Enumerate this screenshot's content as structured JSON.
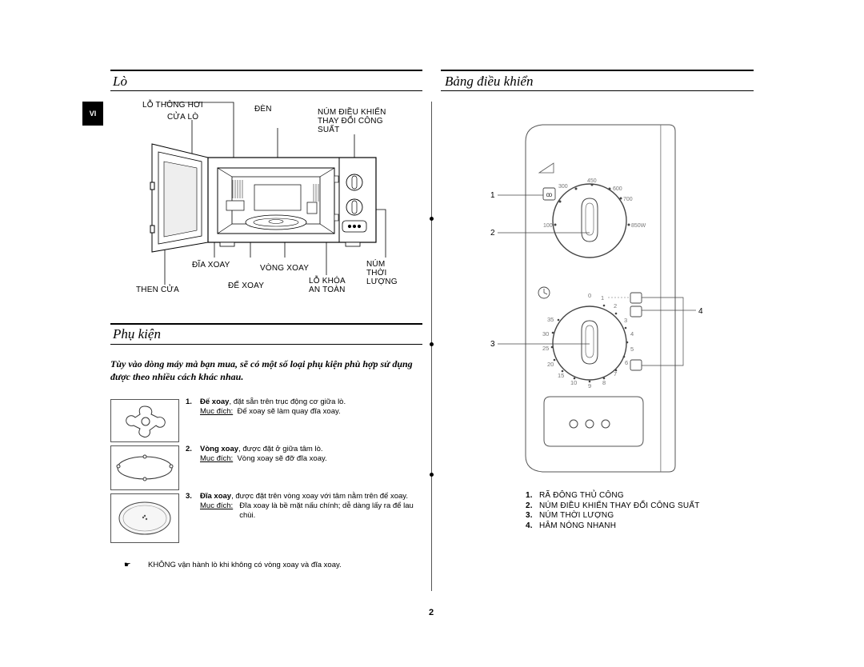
{
  "sections": {
    "oven_title": "Lò",
    "control_title": "Bảng điều khiển",
    "accessories_title": "Phụ kiện"
  },
  "language_tab": "VI",
  "oven_labels": {
    "vent": "LỖ THÔNG HƠI",
    "door": "CỬA LÒ",
    "light": "ĐÈN",
    "power_knob": "NÚM ĐIỀU KHIỂN THAY ĐỔI CÔNG SUẤT",
    "turntable": "ĐĨA XOAY",
    "roller_ring": "VÒNG XOAY",
    "timer_knob": "NÚM THỜI LƯỢNG",
    "door_latch": "THEN CỬA",
    "coupler": "ĐẾ XOAY",
    "safety_lock": "LỖ KHÓA AN TOÀN"
  },
  "accessories": {
    "intro": "Tùy vào dòng máy mà bạn mua, sẽ có một số loại phụ kiện phù hợp sử dụng được theo nhiều cách khác nhau.",
    "items": [
      {
        "num": "1.",
        "name": "Đế xoay",
        "desc": ", đặt sẵn trên trục động cơ giữa lò.",
        "purpose_label": "Mục đích:",
        "purpose": "Đế xoay sẽ làm quay đĩa xoay."
      },
      {
        "num": "2.",
        "name": "Vòng xoay",
        "desc": ", được đặt ở giữa tâm lò.",
        "purpose_label": "Mục đích:",
        "purpose": "Vòng xoay sẽ đỡ đĩa xoay."
      },
      {
        "num": "3.",
        "name": "Đĩa xoay",
        "desc": ", được đặt trên vòng xoay với tâm nằm trên đế xoay.",
        "purpose_label": "Mục đích:",
        "purpose": "Đĩa xoay là bề mặt nấu chính; dễ dàng lấy ra để lau chùi."
      }
    ],
    "note": "KHÔNG vận hành lò khi không có vòng xoay và đĩa xoay."
  },
  "control_panel": {
    "power_marks": [
      "100",
      "300",
      "450",
      "600",
      "700",
      "850W"
    ],
    "timer_marks": [
      "0",
      "1",
      "2",
      "3",
      "4",
      "5",
      "6",
      "7",
      "8",
      "9",
      "10",
      "15",
      "20",
      "25",
      "30",
      "35"
    ],
    "callouts": [
      "1",
      "2",
      "3",
      "4"
    ],
    "legend": [
      {
        "num": "1.",
        "text": "RÃ ĐÔNG THỦ CÔNG"
      },
      {
        "num": "2.",
        "text": "NÚM  ĐIỀU KHIỂN THAY ĐỔI CÔNG SUẤT"
      },
      {
        "num": "3.",
        "text": "NÚM THỜI LƯỢNG"
      },
      {
        "num": "4.",
        "text": "HÂM NÓNG NHANH"
      }
    ]
  },
  "page_number": "2"
}
